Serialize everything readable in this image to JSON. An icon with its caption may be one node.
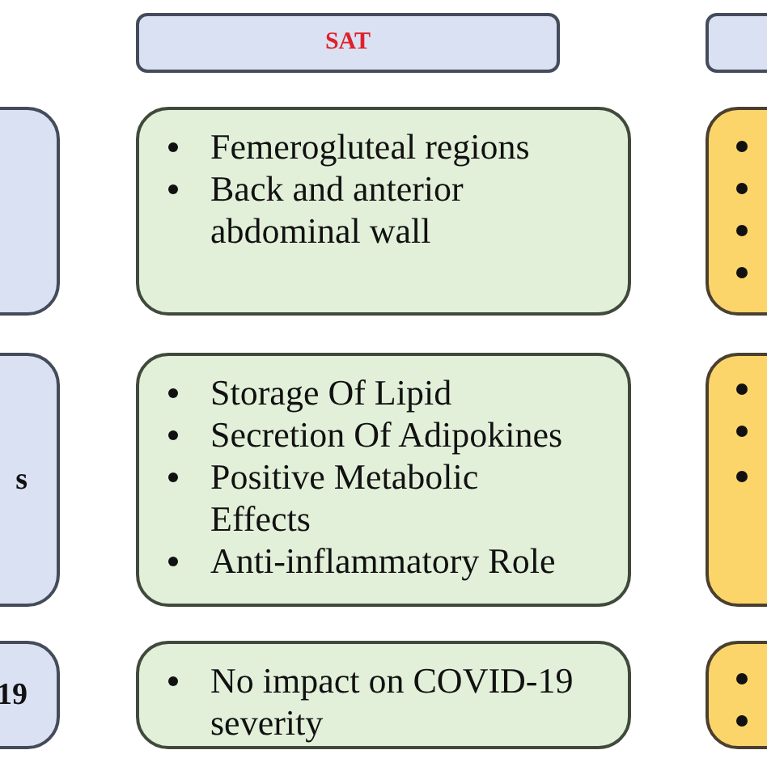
{
  "diagram": {
    "nodes": [
      {
        "text": [
          "SAT"
        ]
      },
      {
        "text": [],
        "shape": "box"
      },
      {
        "text": [],
        "shape": "box"
      },
      {
        "text": [
          "Femerogluteal regions",
          "Back and anterior abdominal wall"
        ]
      },
      {
        "text": [],
        "shape": "box"
      },
      {
        "text": [
          "s"
        ]
      },
      {
        "text": [
          "Storage Of Lipid",
          "Secretion Of Adipokines",
          "Positive Metabolic Effects",
          "Anti-inflammatory Role"
        ]
      },
      {
        "text": [],
        "shape": "box"
      },
      {
        "text": [
          "19"
        ]
      },
      {
        "text": [
          "No impact on COVID-19 severity"
        ]
      },
      {
        "text": [],
        "shape": "box"
      }
    ]
  }
}
